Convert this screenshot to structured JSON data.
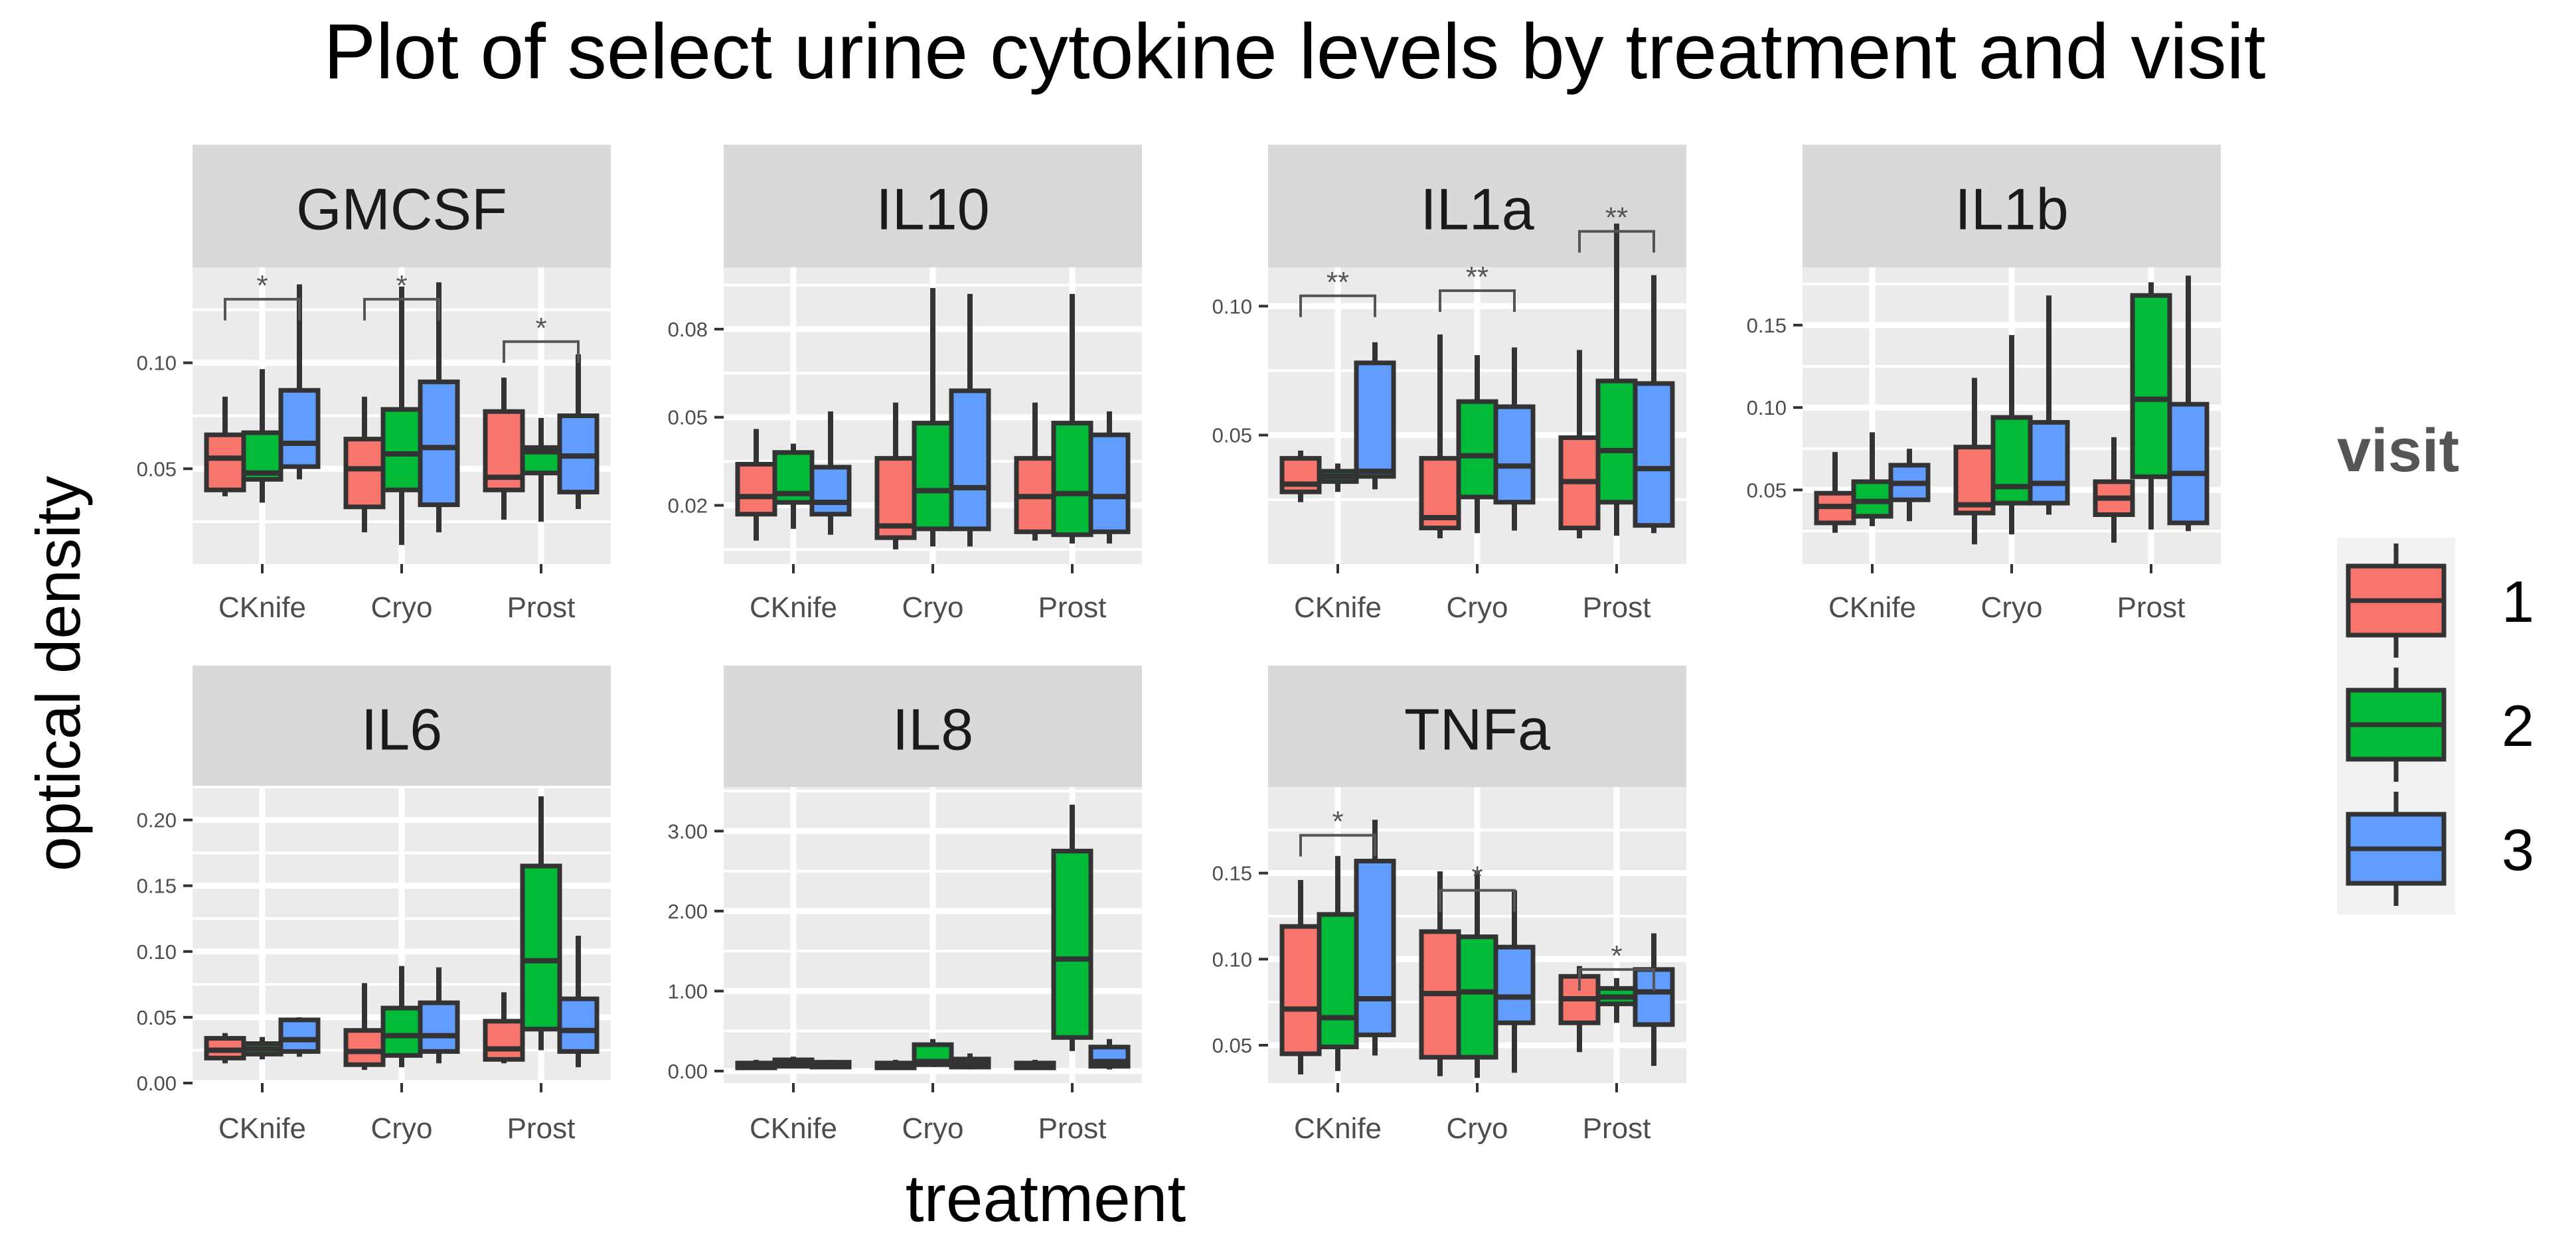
{
  "figure": {
    "title": "Plot of select urine cytokine levels by treatment and visit",
    "xlabel": "treatment",
    "ylabel": "optical density"
  },
  "legend": {
    "title": "visit",
    "entries": [
      {
        "label": "1",
        "color": "#F8766D"
      },
      {
        "label": "2",
        "color": "#00BA38"
      },
      {
        "label": "3",
        "color": "#619CFF"
      }
    ]
  },
  "colors": {
    "panel_bg": "#EBEBEB",
    "strip_bg": "#D9D9D9",
    "grid": "#FFFFFF",
    "box_line": "#333333"
  },
  "chart_data": [
    {
      "type": "boxplot",
      "title": "GMCSF",
      "categories": [
        "CKnife",
        "Cryo",
        "Prost"
      ],
      "ylim": [
        0.005,
        0.145
      ],
      "yticks": [
        {
          "v": 0.05,
          "label": "0.05"
        },
        {
          "v": 0.1,
          "label": "0.10"
        }
      ],
      "boxes": [
        [
          [
            0.037,
            0.04,
            0.055,
            0.066,
            0.084
          ],
          [
            0.034,
            0.045,
            0.048,
            0.067,
            0.097
          ],
          [
            0.045,
            0.051,
            0.062,
            0.087,
            0.137
          ]
        ],
        [
          [
            0.02,
            0.032,
            0.05,
            0.064,
            0.084
          ],
          [
            0.014,
            0.04,
            0.057,
            0.078,
            0.136
          ],
          [
            0.02,
            0.033,
            0.06,
            0.091,
            0.138
          ]
        ],
        [
          [
            0.026,
            0.04,
            0.046,
            0.077,
            0.093
          ],
          [
            0.025,
            0.048,
            0.058,
            0.06,
            0.074
          ],
          [
            0.031,
            0.039,
            0.056,
            0.075,
            0.104
          ]
        ]
      ],
      "sig": [
        {
          "cat": 0,
          "label": "*",
          "v": 0.13
        },
        {
          "cat": 1,
          "label": "*",
          "v": 0.13
        },
        {
          "cat": 2,
          "label": "*",
          "v": 0.11
        }
      ]
    },
    {
      "type": "boxplot",
      "title": "IL10",
      "categories": [
        "CKnife",
        "Cryo",
        "Prost"
      ],
      "ylim": [
        0.0,
        0.101
      ],
      "yticks": [
        {
          "v": 0.02,
          "label": "0.02"
        },
        {
          "v": 0.05,
          "label": "0.05"
        },
        {
          "v": 0.08,
          "label": "0.08"
        }
      ],
      "boxes": [
        [
          [
            0.008,
            0.017,
            0.023,
            0.034,
            0.046
          ],
          [
            0.012,
            0.021,
            0.024,
            0.038,
            0.041
          ],
          [
            0.01,
            0.017,
            0.021,
            0.033,
            0.052
          ]
        ],
        [
          [
            0.005,
            0.009,
            0.013,
            0.036,
            0.055
          ],
          [
            0.006,
            0.012,
            0.025,
            0.048,
            0.094
          ],
          [
            0.006,
            0.012,
            0.026,
            0.059,
            0.092
          ]
        ],
        [
          [
            0.008,
            0.011,
            0.023,
            0.036,
            0.055
          ],
          [
            0.007,
            0.01,
            0.024,
            0.048,
            0.092
          ],
          [
            0.007,
            0.011,
            0.023,
            0.044,
            0.052
          ]
        ]
      ],
      "sig": []
    },
    {
      "type": "boxplot",
      "title": "IL1a",
      "categories": [
        "CKnife",
        "Cryo",
        "Prost"
      ],
      "ylim": [
        0.0,
        0.115
      ],
      "yticks": [
        {
          "v": 0.05,
          "label": "0.05"
        },
        {
          "v": 0.1,
          "label": "0.10"
        }
      ],
      "boxes": [
        [
          [
            0.024,
            0.028,
            0.031,
            0.041,
            0.044
          ],
          [
            0.028,
            0.032,
            0.034,
            0.036,
            0.039
          ],
          [
            0.029,
            0.034,
            0.036,
            0.078,
            0.086
          ]
        ],
        [
          [
            0.01,
            0.014,
            0.018,
            0.041,
            0.089
          ],
          [
            0.012,
            0.026,
            0.042,
            0.063,
            0.081
          ],
          [
            0.013,
            0.024,
            0.038,
            0.061,
            0.084
          ]
        ],
        [
          [
            0.01,
            0.014,
            0.032,
            0.049,
            0.083
          ],
          [
            0.011,
            0.024,
            0.044,
            0.071,
            0.132
          ],
          [
            0.012,
            0.015,
            0.037,
            0.07,
            0.112
          ]
        ]
      ],
      "sig": [
        {
          "cat": 0,
          "label": "**",
          "v": 0.104
        },
        {
          "cat": 1,
          "label": "**",
          "v": 0.106
        },
        {
          "cat": 2,
          "label": "**",
          "v": 0.129
        }
      ]
    },
    {
      "type": "boxplot",
      "title": "IL1b",
      "categories": [
        "CKnife",
        "Cryo",
        "Prost"
      ],
      "ylim": [
        0.005,
        0.185
      ],
      "yticks": [
        {
          "v": 0.05,
          "label": "0.05"
        },
        {
          "v": 0.1,
          "label": "0.10"
        },
        {
          "v": 0.15,
          "label": "0.15"
        }
      ],
      "boxes": [
        [
          [
            0.024,
            0.03,
            0.04,
            0.048,
            0.073
          ],
          [
            0.028,
            0.034,
            0.043,
            0.055,
            0.085
          ],
          [
            0.031,
            0.044,
            0.054,
            0.065,
            0.075
          ]
        ],
        [
          [
            0.017,
            0.036,
            0.041,
            0.076,
            0.118
          ],
          [
            0.023,
            0.042,
            0.052,
            0.094,
            0.144
          ],
          [
            0.035,
            0.042,
            0.054,
            0.091,
            0.168
          ]
        ],
        [
          [
            0.018,
            0.035,
            0.045,
            0.055,
            0.082
          ],
          [
            0.026,
            0.058,
            0.105,
            0.168,
            0.176
          ],
          [
            0.025,
            0.03,
            0.06,
            0.102,
            0.18
          ]
        ]
      ],
      "sig": []
    },
    {
      "type": "boxplot",
      "title": "IL6",
      "categories": [
        "CKnife",
        "Cryo",
        "Prost"
      ],
      "ylim": [
        0.0,
        0.225
      ],
      "yticks": [
        {
          "v": 0.0,
          "label": "0.00"
        },
        {
          "v": 0.05,
          "label": "0.05"
        },
        {
          "v": 0.1,
          "label": "0.10"
        },
        {
          "v": 0.15,
          "label": "0.15"
        },
        {
          "v": 0.2,
          "label": "0.20"
        }
      ],
      "boxes": [
        [
          [
            0.015,
            0.019,
            0.025,
            0.034,
            0.038
          ],
          [
            0.018,
            0.022,
            0.026,
            0.03,
            0.035
          ],
          [
            0.02,
            0.024,
            0.033,
            0.048,
            0.05
          ]
        ],
        [
          [
            0.01,
            0.014,
            0.024,
            0.04,
            0.076
          ],
          [
            0.012,
            0.021,
            0.036,
            0.057,
            0.089
          ],
          [
            0.015,
            0.024,
            0.036,
            0.061,
            0.088
          ]
        ],
        [
          [
            0.015,
            0.018,
            0.026,
            0.047,
            0.069
          ],
          [
            0.025,
            0.041,
            0.093,
            0.165,
            0.218
          ],
          [
            0.012,
            0.024,
            0.04,
            0.064,
            0.112
          ]
        ]
      ],
      "sig": []
    },
    {
      "type": "boxplot",
      "title": "IL8",
      "categories": [
        "CKnife",
        "Cryo",
        "Prost"
      ],
      "ylim": [
        -0.15,
        3.55
      ],
      "yticks": [
        {
          "v": 0.0,
          "label": "0.00"
        },
        {
          "v": 1.0,
          "label": "1.00"
        },
        {
          "v": 2.0,
          "label": "2.00"
        },
        {
          "v": 3.0,
          "label": "3.00"
        }
      ],
      "boxes": [
        [
          [
            0.02,
            0.04,
            0.07,
            0.1,
            0.14
          ],
          [
            0.04,
            0.06,
            0.1,
            0.14,
            0.18
          ],
          [
            0.03,
            0.05,
            0.08,
            0.11,
            0.14
          ]
        ],
        [
          [
            0.02,
            0.04,
            0.07,
            0.1,
            0.14
          ],
          [
            0.05,
            0.08,
            0.12,
            0.33,
            0.4
          ],
          [
            0.02,
            0.05,
            0.09,
            0.15,
            0.22
          ]
        ],
        [
          [
            0.02,
            0.04,
            0.06,
            0.1,
            0.14
          ],
          [
            0.25,
            0.42,
            1.4,
            2.75,
            3.33
          ],
          [
            0.02,
            0.06,
            0.12,
            0.3,
            0.4
          ]
        ]
      ],
      "sig": []
    },
    {
      "type": "boxplot",
      "title": "TNFa",
      "categories": [
        "CKnife",
        "Cryo",
        "Prost"
      ],
      "ylim": [
        0.028,
        0.2
      ],
      "yticks": [
        {
          "v": 0.05,
          "label": "0.05"
        },
        {
          "v": 0.1,
          "label": "0.10"
        },
        {
          "v": 0.15,
          "label": "0.15"
        }
      ],
      "boxes": [
        [
          [
            0.033,
            0.045,
            0.071,
            0.119,
            0.146
          ],
          [
            0.035,
            0.049,
            0.066,
            0.126,
            0.16
          ],
          [
            0.044,
            0.056,
            0.077,
            0.157,
            0.181
          ]
        ],
        [
          [
            0.032,
            0.043,
            0.08,
            0.116,
            0.151
          ],
          [
            0.031,
            0.043,
            0.081,
            0.113,
            0.151
          ],
          [
            0.034,
            0.063,
            0.078,
            0.107,
            0.14
          ]
        ],
        [
          [
            0.046,
            0.063,
            0.077,
            0.09,
            0.096
          ],
          [
            0.063,
            0.074,
            0.078,
            0.083,
            0.089
          ],
          [
            0.038,
            0.062,
            0.081,
            0.094,
            0.115
          ]
        ]
      ],
      "sig": [
        {
          "cat": 0,
          "label": "*",
          "v": 0.172
        },
        {
          "cat": 1,
          "label": "*",
          "v": 0.14
        },
        {
          "cat": 2,
          "label": "*",
          "v": 0.094
        }
      ]
    }
  ]
}
